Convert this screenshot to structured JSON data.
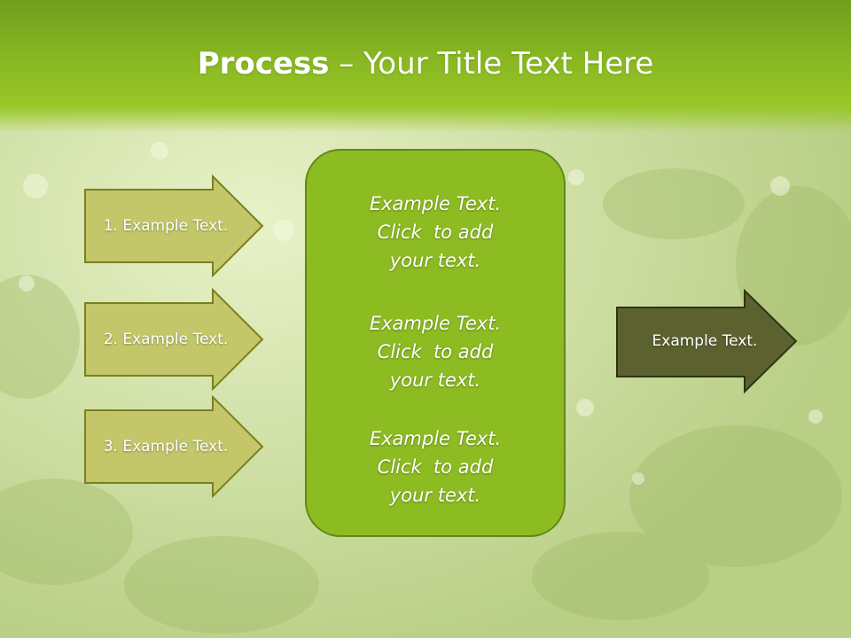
{
  "slide": {
    "title_bold": "Process",
    "title_rest": " – Your Title Text Here"
  },
  "left_arrows": [
    {
      "label": "1. Example Text."
    },
    {
      "label": "2. Example Text."
    },
    {
      "label": "3. Example Text."
    }
  ],
  "center_box": {
    "paragraphs": [
      {
        "line1": "Example Text.",
        "line2": "Click  to add",
        "line3": "your text."
      },
      {
        "line1": "Example Text.",
        "line2": "Click  to add",
        "line3": "your text."
      },
      {
        "line1": "Example Text.",
        "line2": "Click  to add",
        "line3": "your text."
      }
    ]
  },
  "output_arrow": {
    "label": "Example Text."
  },
  "colors": {
    "header": "#86b522",
    "input_arrow_fill": "#c3c76a",
    "input_arrow_border": "#7a7f20",
    "center_fill": "#8dbc22",
    "center_border": "#5f8a16",
    "output_arrow_fill": "#5c6130",
    "output_arrow_border": "#2f3312"
  }
}
